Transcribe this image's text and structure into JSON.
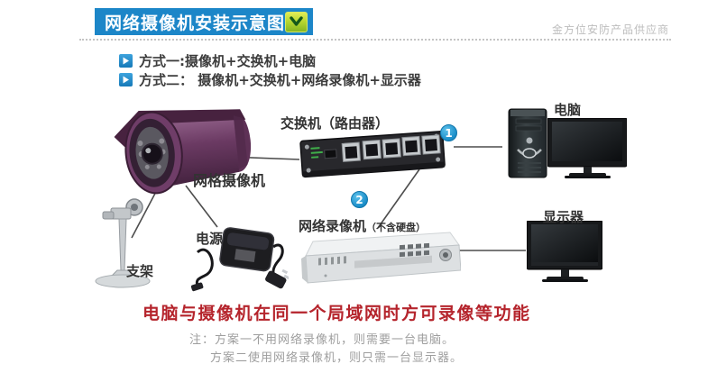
{
  "header": {
    "title": "网络摄像机安装示意图",
    "title_icon": "check-down-icon",
    "supplier": "金方位安防产品供应商",
    "accent_color": "#1c86c8",
    "icon_color": "#b9d832"
  },
  "modes": [
    {
      "label": "方式一:摄像机+交换机+电脑"
    },
    {
      "label": "方式二： 摄像机+交换机+网络录像机+显示器"
    }
  ],
  "diagram": {
    "camera": {
      "label": "网格摄像机"
    },
    "bracket": {
      "label": "支架"
    },
    "power": {
      "label": "电源"
    },
    "switch": {
      "label": "交换机（路由器）",
      "badge": "1"
    },
    "pc": {
      "label": "电脑"
    },
    "nvr": {
      "label": "网络录像机",
      "sub": "（不含硬盘）",
      "badge": "2"
    },
    "display": {
      "label": "显示器"
    },
    "badge_color": "#2aa0d8"
  },
  "footer": {
    "highlight": "电脑与摄像机在同一个局域网时方可录像等功能",
    "highlight_color": "#b5242c",
    "note1": "注：方案一不用网络录像机，则需要一台电脑。",
    "note2": "方案二使用网络录像机，则只需一台显示器。"
  }
}
